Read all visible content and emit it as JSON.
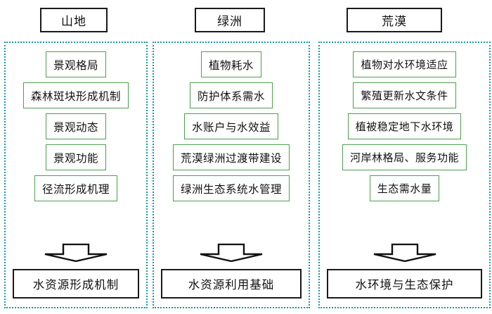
{
  "diagram": {
    "columns": [
      {
        "key": "mountain",
        "header": "山地",
        "items": [
          "景观格局",
          "森林斑块形成机制",
          "景观动态",
          "景观功能",
          "径流形成机理"
        ],
        "arrow_icon": "down-block-arrow-icon",
        "result": "水资源形成机制"
      },
      {
        "key": "oasis",
        "header": "绿洲",
        "items": [
          "植物耗水",
          "防护体系需水",
          "水账户与水效益",
          "荒漠绿洲过渡带建设",
          "绿洲生态系统水管理"
        ],
        "arrow_icon": "down-block-arrow-icon",
        "result": "水资源利用基础"
      },
      {
        "key": "desert",
        "header": "荒漠",
        "items": [
          "植物对水环境适应",
          "繁殖更新水文条件",
          "植被稳定地下水环境",
          "河岸林格局、服务功能",
          "生态需水量"
        ],
        "arrow_icon": "down-block-arrow-icon",
        "result": "水环境与生态保护"
      }
    ],
    "colors": {
      "panel_border": "#169b9b",
      "item_border": "#4f9e4f",
      "box_border": "#1a1a1a",
      "background": "#ffffff",
      "text": "#111111"
    }
  }
}
